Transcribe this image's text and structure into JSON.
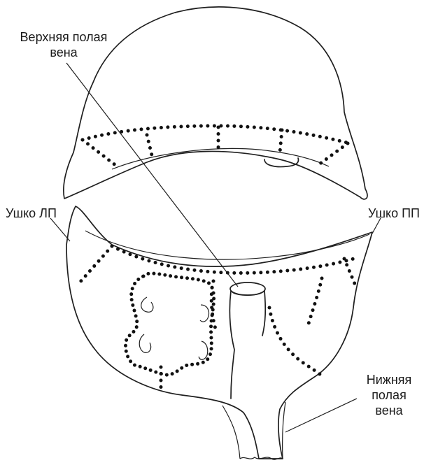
{
  "labels": {
    "svc_line1": "Верхняя полая",
    "svc_line2": "вена",
    "la_appendage": "Ушко ЛП",
    "ra_appendage": "Ушко ПП",
    "ivc_line1": "Нижняя",
    "ivc_line2": "полая",
    "ivc_line3": "вена"
  },
  "colors": {
    "ink": "#1f1f1f",
    "background": "#ffffff"
  }
}
